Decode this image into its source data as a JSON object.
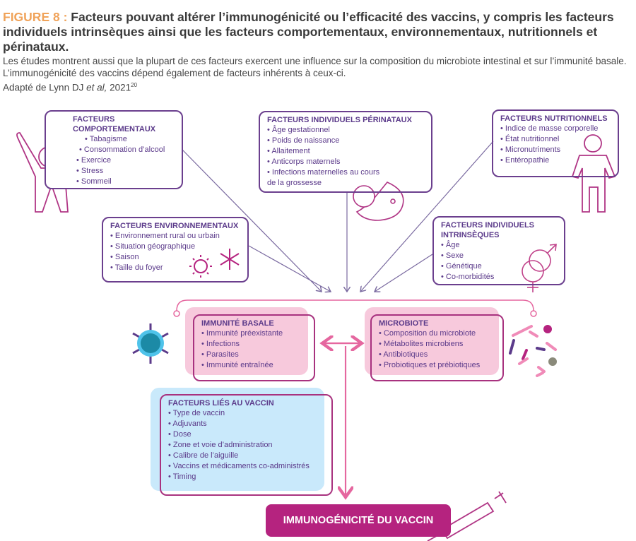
{
  "header": {
    "figure_label": "FIGURE 8 :",
    "title": "Facteurs pouvant altérer l’immunogénicité ou l’efficacité des vaccins, y compris les facteurs individuels intrinsèques ainsi que les facteurs comportementaux, environnementaux, nutritionnels et périnataux.",
    "subtitle": "Les études montrent aussi que la plupart de ces facteurs exercent une influence sur la composition du microbiote intestinal et sur l’immunité basale. L’immunogénicité des vaccins dépend également de facteurs inhérents à ceux-ci.",
    "source_prefix": "Adapté de Lynn DJ ",
    "source_italic": "et al,",
    "source_year": " 2021",
    "source_ref": "20"
  },
  "boxes": {
    "comportementaux": {
      "title_line1": "FACTEURS",
      "title_line2": "COMPORTEMENTAUX",
      "items": [
        "Tabagisme",
        "Consommation d’alcool",
        "Exercice",
        "Stress",
        "Sommeil"
      ]
    },
    "perinataux": {
      "title": "FACTEURS INDIVIDUELS PÉRINATAUX",
      "items": [
        "Âge gestationnel",
        "Poids de naissance",
        "Allaitement",
        "Anticorps maternels",
        "Infections maternelles au cours de la grossesse"
      ]
    },
    "nutritionnels": {
      "title": "FACTEURS NUTRITIONNELS",
      "items": [
        "Indice de masse corporelle",
        "État nutritionnel",
        "Micronutriments",
        "Entéropathie"
      ]
    },
    "environnementaux": {
      "title": "FACTEURS ENVIRONNEMENTAUX",
      "items": [
        "Environnement rural ou urbain",
        "Situation géographique",
        "Saison",
        "Taille du foyer"
      ]
    },
    "intrinseques": {
      "title_line1": "FACTEURS INDIVIDUELS",
      "title_line2": "INTRINSÈQUES",
      "items": [
        "Âge",
        "Sexe",
        "Génétique",
        "Co-morbidités"
      ]
    },
    "immunite": {
      "title": "IMMUNITÉ BASALE",
      "items": [
        "Immunité préexistante",
        "Infections",
        "Parasites",
        "Immunité entraînée"
      ]
    },
    "microbiote": {
      "title": "MICROBIOTE",
      "items": [
        "Composition du microbiote",
        "Métabolites microbiens",
        "Antibiotiques",
        "Probiotiques et prébiotiques"
      ]
    },
    "vaccin": {
      "title": "FACTEURS LIÉS AU VACCIN",
      "items": [
        "Type de vaccin",
        "Adjuvants",
        "Dose",
        "Zone et voie d’administration",
        "Calibre de l’aiguille",
        "Vaccins et médicaments co-administrés",
        "Timing"
      ]
    }
  },
  "result": {
    "label": "IMMUNOGÉNICITÉ DU VACCIN"
  },
  "colors": {
    "figure_label": "#f0a35a",
    "box_border": "#6b3f8e",
    "box_text": "#5b3a8a",
    "pink_accent": "#b5237f",
    "pink_fill": "#f7c9dc",
    "blue_fill": "#c9e9fb",
    "arrow_pink": "#e5679f",
    "arrow_gray": "#7a6aa0"
  },
  "icons": [
    "person-cheering-icon",
    "baby-breastfeeding-icon",
    "person-standing-icon",
    "sun-icon",
    "snowflake-icon",
    "gender-symbols-icon",
    "immune-cell-icon",
    "bacteria-icon",
    "syringe-arm-icon",
    "syringe-icon"
  ]
}
